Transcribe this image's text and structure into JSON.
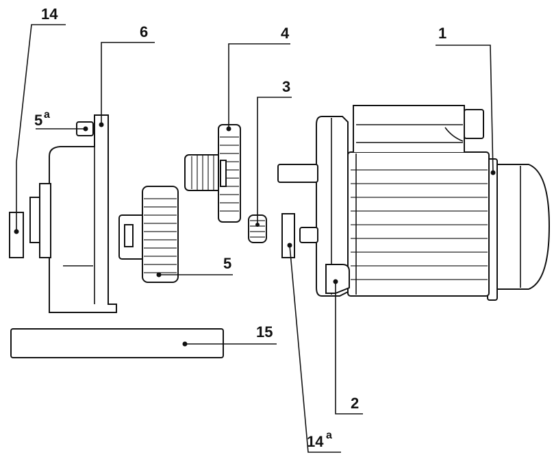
{
  "labels": {
    "l1": "1",
    "l2": "2",
    "l3": "3",
    "l4": "4",
    "l5": "5",
    "l5a_main": "5",
    "l5a_sup": "a",
    "l6": "6",
    "l14": "14",
    "l14a_main": "14",
    "l14a_sup": "a",
    "l15": "15"
  }
}
